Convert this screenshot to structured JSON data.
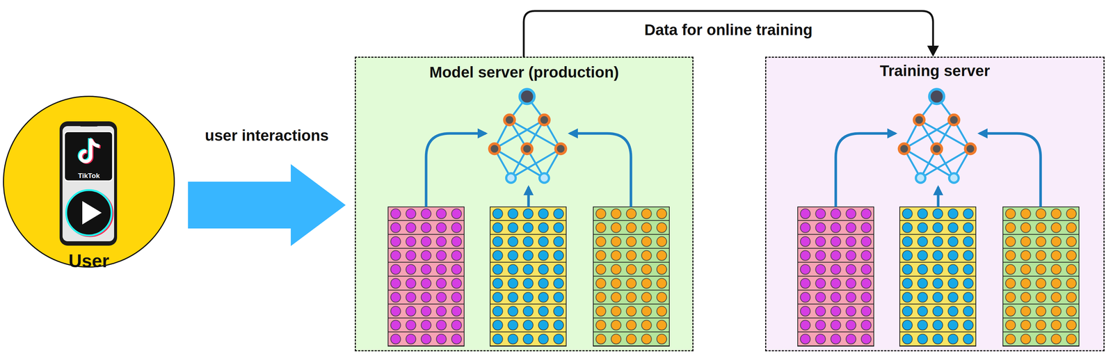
{
  "diagram": {
    "nodes": [
      {
        "text": [
          "User"
        ]
      },
      {
        "text": [
          "Model server (production)"
        ]
      },
      {
        "text": [
          "Training server"
        ]
      }
    ],
    "edges": [
      {
        "from": 0,
        "to": 1,
        "label": "user interactions",
        "arrow": "to"
      },
      {
        "from": 1,
        "to": 2,
        "label": "Data for online training",
        "arrow": "to"
      }
    ],
    "labels": [
      "TikTok"
    ]
  }
}
